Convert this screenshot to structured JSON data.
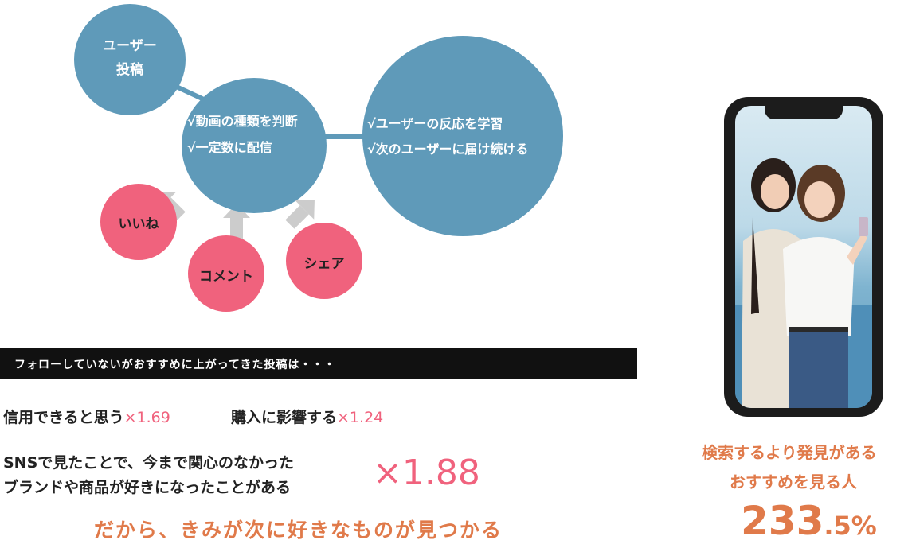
{
  "diagram": {
    "user_post": {
      "line1": "ユーザー",
      "line2": "投稿"
    },
    "center": {
      "line1": "√動画の種類を判断",
      "line2": "√一定数に配信"
    },
    "right": {
      "line1": "√ユーザーの反応を学習",
      "line2": "√次のユーザーに届け続ける"
    },
    "reactions": {
      "like": "いいね",
      "comment": "コメント",
      "share": "シェア"
    }
  },
  "banner": {
    "text": "フォローしていないがおすすめに上がってきた投稿は・・・"
  },
  "stats": {
    "trust_label": "信用できると思う",
    "trust_value": "×1.69",
    "purchase_label": "購入に影響する",
    "purchase_value": "×1.24",
    "discover_line1": "SNSで見たことで、今まで関心のなかった",
    "discover_line2": "ブランドや商品が好きになったことがある",
    "discover_value": "×1.88",
    "tagline": "だから、きみが次に好きなものが見つかる"
  },
  "right_panel": {
    "line1": "検索するより発見がある",
    "line2": "おすすめを見る人",
    "percent_int": "233",
    "percent_dec": ".5%"
  },
  "colors": {
    "blue": "#5f9ab9",
    "pink": "#f0627d",
    "orange": "#e07a4a",
    "arrow": "#cccccc"
  }
}
